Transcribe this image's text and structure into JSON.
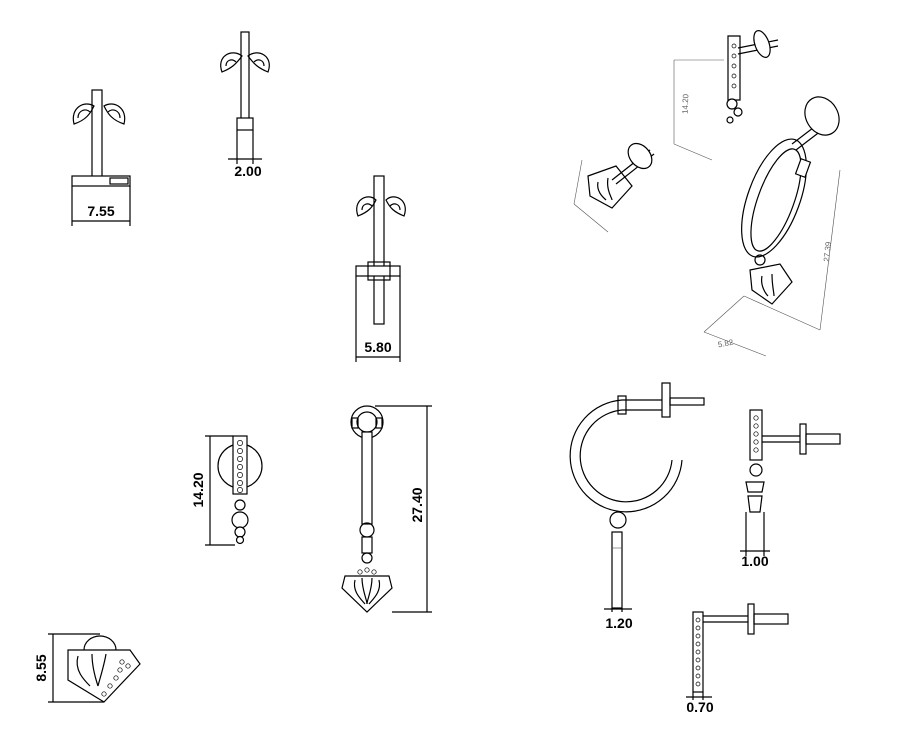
{
  "dimensions": {
    "d_755": "7.55",
    "d_200": "2.00",
    "d_580": "5.80",
    "d_1420": "14.20",
    "d_2740": "27.40",
    "d_855": "8.55",
    "d_120": "1.20",
    "d_100": "1.00",
    "d_070": "0.70"
  },
  "iso_dimensions": {
    "iso_1420": "14.20",
    "iso_2739": "27.39",
    "iso_582": "5.82"
  }
}
